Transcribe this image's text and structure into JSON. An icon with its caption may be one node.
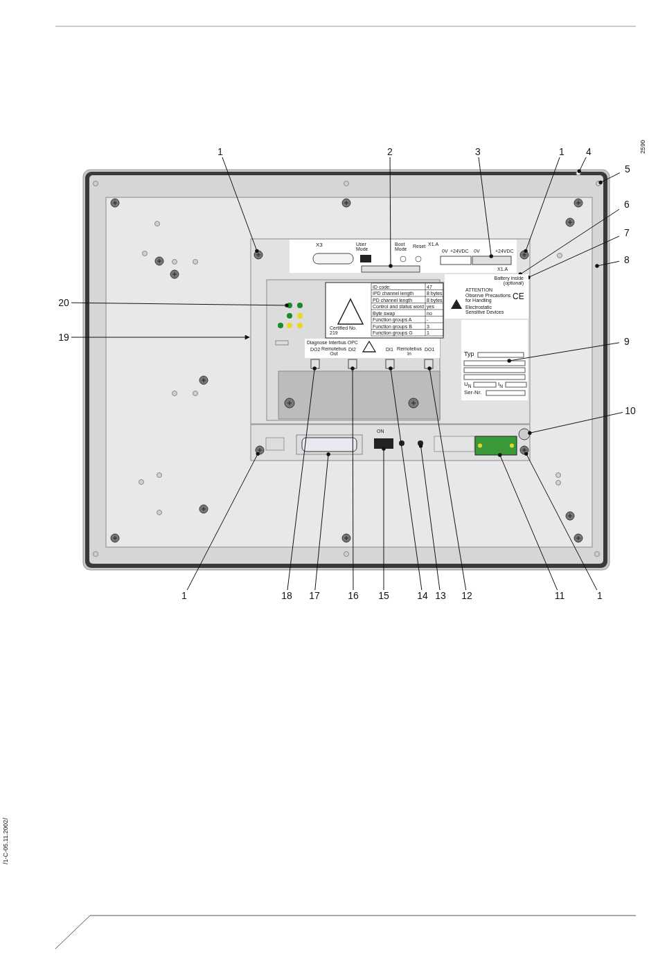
{
  "diagram": {
    "nodes": [
      {
        "text": [
          "1"
        ]
      },
      {
        "text": [
          "2"
        ]
      },
      {
        "text": [
          "3"
        ]
      },
      {
        "text": [
          "1"
        ]
      },
      {
        "text": [
          "4"
        ]
      },
      {
        "text": [
          "5"
        ]
      },
      {
        "text": [
          "6"
        ]
      },
      {
        "text": [
          "7"
        ]
      },
      {
        "text": [
          "8"
        ]
      },
      {
        "text": [
          "20"
        ]
      },
      {
        "text": [
          "19"
        ]
      },
      {
        "text": [
          "9"
        ]
      },
      {
        "text": [
          "10"
        ]
      },
      {
        "text": [
          "1"
        ]
      },
      {
        "text": [
          "18"
        ]
      },
      {
        "text": [
          "17"
        ]
      },
      {
        "text": [
          "16"
        ]
      },
      {
        "text": [
          "15"
        ]
      },
      {
        "text": [
          "14"
        ]
      },
      {
        "text": [
          "13"
        ]
      },
      {
        "text": [
          "12"
        ]
      },
      {
        "text": [
          "11"
        ]
      },
      {
        "text": [
          "1"
        ]
      },
      {
        "text": [
          "Battery inside (optional)",
          "ATTENTION",
          "Observe Precautions for Handling",
          "Electrostatic Sensitive Devices",
          "CE"
        ]
      },
      {
        "text": [],
        "shape": "circle"
      },
      {
        "text": [],
        "shape": "box"
      },
      {
        "text": [],
        "shape": "box"
      },
      {
        "text": [],
        "shape": "circle"
      },
      {
        "text": [],
        "shape": "circle"
      },
      {
        "text": [],
        "shape": "circle"
      },
      {
        "text": [],
        "shape": "circle"
      },
      {
        "text": [],
        "shape": "circle"
      },
      {
        "text": [],
        "shape": "circle"
      },
      {
        "text": [],
        "shape": "box"
      },
      {
        "text": [],
        "shape": "box"
      },
      {
        "text": [],
        "shape": "box"
      },
      {
        "text": [],
        "shape": "box"
      },
      {
        "text": [],
        "shape": "box"
      },
      {
        "text": [],
        "shape": "circle"
      },
      {
        "text": [],
        "shape": "box"
      },
      {
        "text": [],
        "shape": "box"
      },
      {
        "text": [],
        "shape": "circle"
      },
      {
        "text": [],
        "shape": "box"
      }
    ],
    "edges": [
      {
        "from": 0,
        "to": 24,
        "arrow": "other"
      },
      {
        "from": 1,
        "to": 25,
        "arrow": "other"
      },
      {
        "from": 2,
        "to": 26,
        "arrow": "other"
      },
      {
        "from": 3,
        "to": 27,
        "arrow": "other"
      },
      {
        "from": 4,
        "to": 28,
        "arrow": "other"
      },
      {
        "from": 5,
        "to": 29,
        "arrow": "other"
      },
      {
        "from": 6,
        "to": 23,
        "arrow": "other"
      },
      {
        "from": 7,
        "to": 23,
        "arrow": "other"
      },
      {
        "from": 8,
        "to": null,
        "arrow": "other"
      },
      {
        "from": 9,
        "to": 30,
        "arrow": "other"
      },
      {
        "from": 10,
        "to": null,
        "arrow": "to"
      },
      {
        "from": 11,
        "to": 42,
        "arrow": "other"
      },
      {
        "from": 12,
        "to": 31,
        "arrow": "other"
      },
      {
        "from": 13,
        "to": 32,
        "arrow": "other"
      },
      {
        "from": 14,
        "to": 33,
        "arrow": "other"
      },
      {
        "from": 15,
        "to": 34,
        "arrow": "other"
      },
      {
        "from": 16,
        "to": 35,
        "arrow": "other"
      },
      {
        "from": 17,
        "to": 36,
        "arrow": "other"
      },
      {
        "from": 18,
        "to": 37,
        "arrow": "other"
      },
      {
        "from": 19,
        "to": 38,
        "arrow": "other"
      },
      {
        "from": 20,
        "to": 39,
        "arrow": "other"
      },
      {
        "from": 21,
        "to": 40,
        "arrow": "other"
      },
      {
        "from": 22,
        "to": 41,
        "arrow": "other"
      }
    ],
    "labels": [
      "2590",
      "X3",
      "User Mode",
      "Boot Mode",
      "Reset",
      "X1.A",
      "0V",
      "+24VDC",
      "0V",
      "+24VDC",
      "X1.A",
      "ID code:",
      "47",
      "IPD channel length",
      "8 bytes",
      "PD channel length",
      "8 bytes",
      "Control and status word",
      "yes",
      "Byte swap",
      "no",
      "Function groups A",
      "-",
      "Function groups B",
      "3",
      "Function groups G",
      "1",
      "Certified No. 219",
      "Diagnose Interbus OPC",
      "DO2",
      "Remotebus Out",
      "DI2",
      "DI1",
      "Remotebus In",
      "DO1",
      "Typ",
      "U$_{N}$",
      "I$_{N}$",
      "Ser-Nr.",
      "ON",
      "/1-C-05.11.2002/"
    ]
  }
}
